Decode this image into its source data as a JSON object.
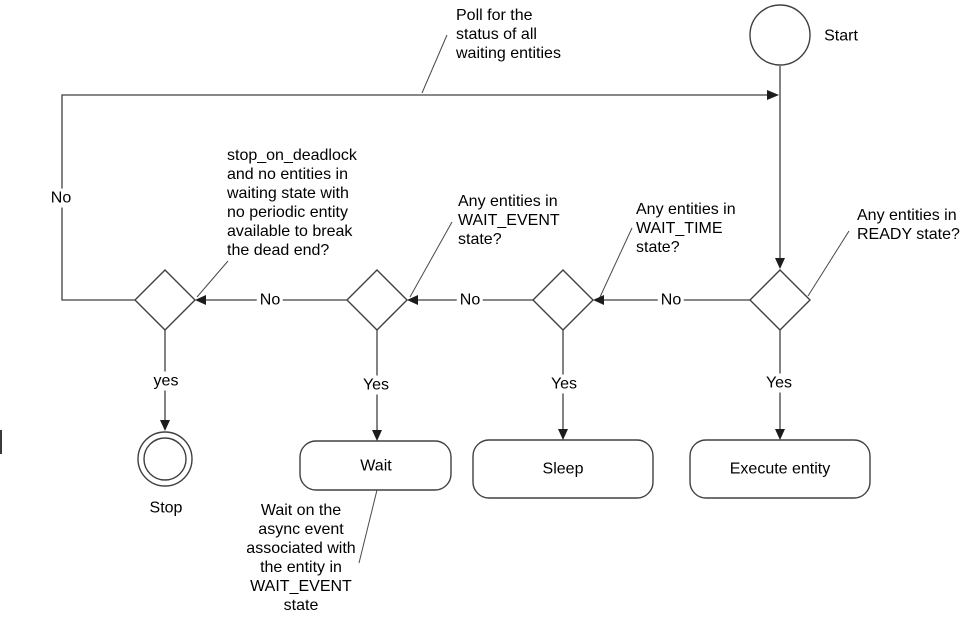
{
  "diagram": {
    "nodes": {
      "start": {
        "label": "Start"
      },
      "stop": {
        "label": "Stop"
      },
      "wait": {
        "label": "Wait"
      },
      "sleep": {
        "label": "Sleep"
      },
      "execute": {
        "label": "Execute entity"
      }
    },
    "edge_labels": {
      "loop_no": "No",
      "deadlock_yes": "yes",
      "wait_event_no": "No",
      "wait_event_yes": "Yes",
      "wait_time_no": "No",
      "wait_time_yes": "Yes",
      "ready_no": "No",
      "ready_yes": "Yes"
    },
    "annotations": {
      "poll": "Poll for the\nstatus of all\nwaiting entities",
      "deadlock": "stop_on_deadlock\nand no entities in\nwaiting state with\nno periodic entity\navailable to break\nthe dead end?",
      "wait_event": "Any entities in\nWAIT_EVENT\nstate?",
      "wait_time": "Any entities in\nWAIT_TIME\nstate?",
      "ready": "Any entities in\nREADY state?",
      "wait_note": "Wait on the\nasync event\nassociated with\nthe entity in\nWAIT_EVENT\nstate"
    },
    "colors": {
      "line": "#404040",
      "text": "#000000",
      "background": "#ffffff"
    }
  }
}
